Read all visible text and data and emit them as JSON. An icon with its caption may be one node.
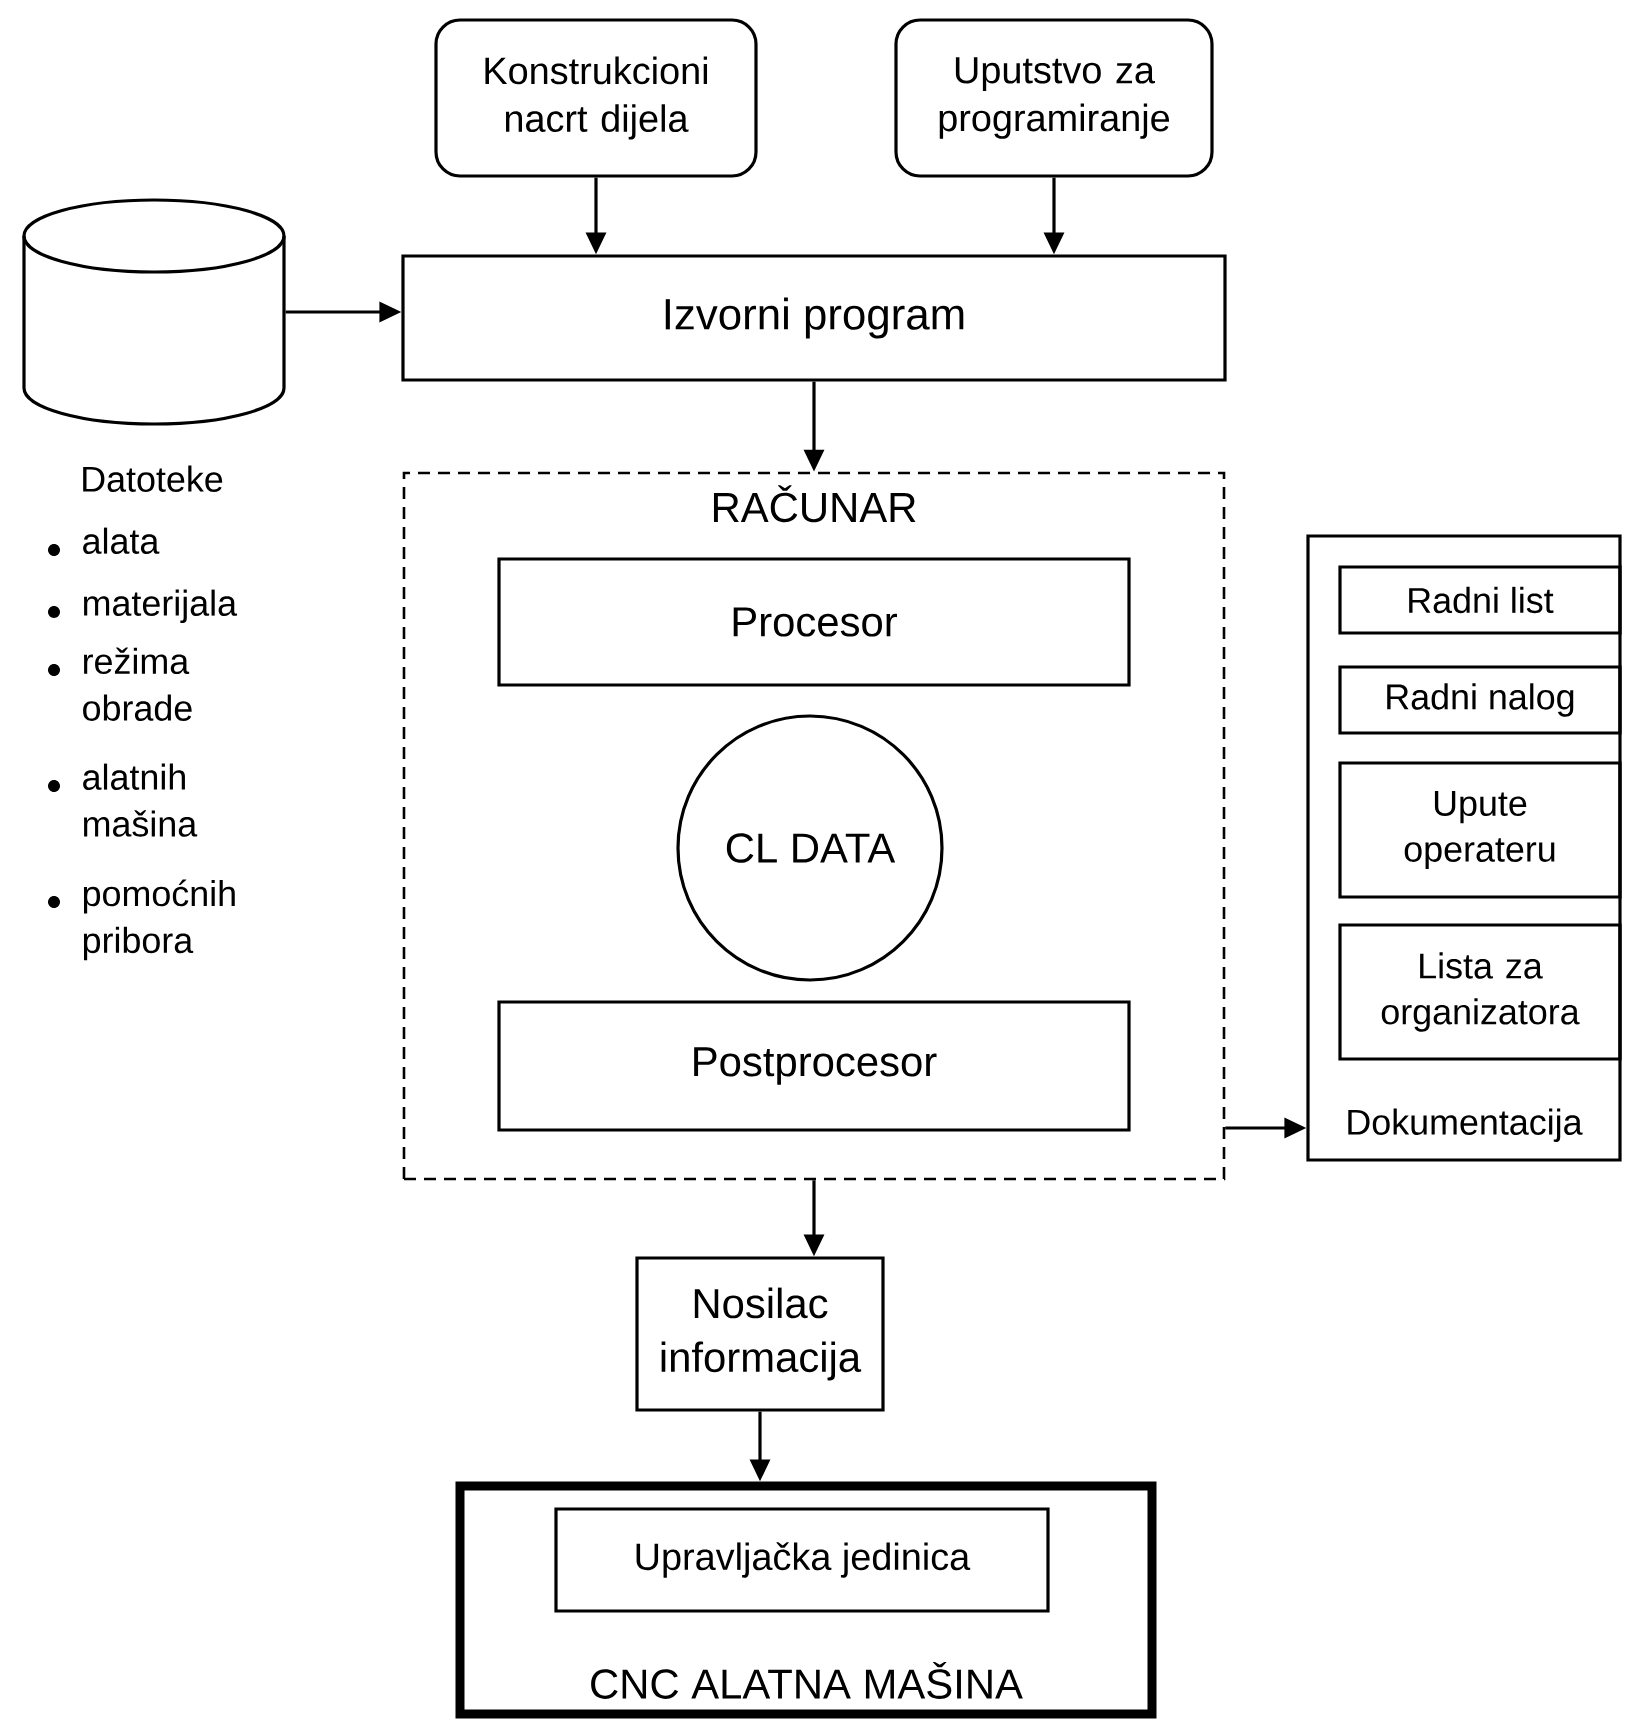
{
  "diagram": {
    "nodes": [
      {
        "text": [
          "Konstrukcioni nacrt dijela"
        ]
      },
      {
        "text": [
          "Uputstvo za programiranje"
        ]
      },
      {
        "text": [],
        "shape": "cylinder",
        "beside": [
          "Datoteke",
          "alata",
          "materijala",
          "režima obrade",
          "alatnih mašina",
          "pomoćnih pribora"
        ]
      },
      {
        "text": [
          "Izvorni program"
        ]
      },
      {
        "text": [
          "RAČUNAR"
        ]
      },
      {
        "text": [
          "Procesor"
        ],
        "in": 4
      },
      {
        "text": [
          "CL DATA"
        ],
        "in": 4
      },
      {
        "text": [
          "Postprocesor"
        ],
        "in": 4
      },
      {
        "text": [
          "Dokumentacija"
        ]
      },
      {
        "text": [
          "Radni list"
        ],
        "in": 8
      },
      {
        "text": [
          "Radni nalog"
        ],
        "in": 8
      },
      {
        "text": [
          "Upute operateru"
        ],
        "in": 8
      },
      {
        "text": [
          "Lista za organizatora"
        ],
        "in": 8
      },
      {
        "text": [
          "Nosilac informacija"
        ]
      },
      {
        "text": [
          "CNC ALATNA MAŠINA"
        ]
      },
      {
        "text": [
          "Upravljačka jedinica"
        ],
        "in": 14
      }
    ],
    "edges": [
      {
        "from": 0,
        "to": 3,
        "arrow": "to"
      },
      {
        "from": 1,
        "to": 3,
        "arrow": "to"
      },
      {
        "from": 2,
        "to": 3,
        "arrow": "to"
      },
      {
        "from": 3,
        "to": 4,
        "arrow": "to"
      },
      {
        "from": 4,
        "to": 8,
        "arrow": "to"
      },
      {
        "from": 4,
        "to": 13,
        "arrow": "to"
      },
      {
        "from": 13,
        "to": 14,
        "arrow": "to"
      }
    ]
  }
}
